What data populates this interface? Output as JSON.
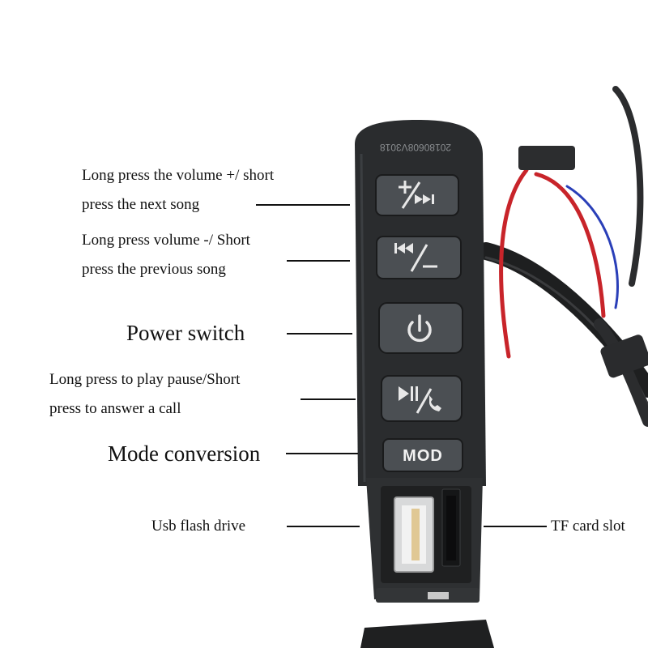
{
  "labels": {
    "volume_up_line1": "Long press the volume +/ short",
    "volume_up_line2": "press the next song",
    "volume_down_line1": "Long press volume -/ Short",
    "volume_down_line2": "press the previous song",
    "power": "Power switch",
    "play_line1": "Long press to play pause/Short",
    "play_line2": "press to answer a call",
    "mode": "Mode conversion",
    "usb": "Usb flash drive",
    "tf": "TF card slot"
  },
  "device": {
    "mod_button_label": "MOD",
    "serial_text": "20180608V3018",
    "body_color": "#2a2c2e",
    "button_color": "#4b4f53",
    "icon_color": "#e8e8e8"
  },
  "icons": [
    "volume-up-next-icon",
    "volume-down-previous-icon",
    "power-icon",
    "play-pause-call-icon"
  ]
}
